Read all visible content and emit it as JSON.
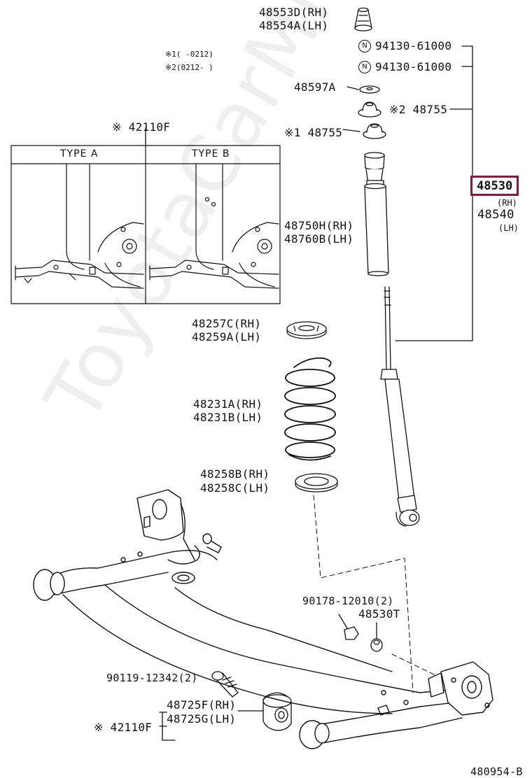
{
  "watermark": "ToyotaCarMine.ru",
  "notes": {
    "note1": "※1(   -0212)",
    "note2": "※2(0212-   )"
  },
  "type_box": {
    "ref_label": "※ 42110F",
    "type_a": "TYPE A",
    "type_b": "TYPE B"
  },
  "parts": {
    "bump_stopper_rh": "48553D(RH)",
    "bump_stopper_lh": "48554A(LH)",
    "nut_1": "94130-61000",
    "nut_2": "94130-61000",
    "nut_symbol": "N",
    "washer": "48597A",
    "support_2": "※2 48755",
    "support_1": "※1 48755",
    "absorber_main": "48530",
    "absorber_rh_tag": "(RH)",
    "absorber_lh": "48540",
    "absorber_lh_tag": "(LH)",
    "cover_rh": "48750H(RH)",
    "cover_lh": "48760B(LH)",
    "upper_insulator_rh": "48257C(RH)",
    "upper_insulator_lh": "48259A(LH)",
    "spring_rh": "48231A(RH)",
    "spring_lh": "48231B(LH)",
    "lower_insulator_rh": "48258B(RH)",
    "lower_insulator_lh": "48258C(LH)",
    "bolt_a": "90178-12010(2)",
    "bushing_t": "48530T",
    "bolt_b": "90119-12342(2)",
    "bush_rh": "48725F(RH)",
    "bush_lh": "48725G(LH)",
    "beam": "※ 42110F"
  },
  "diagram_code": "480954-B",
  "colors": {
    "highlight": "#8b1a3a",
    "line": "#111111"
  }
}
